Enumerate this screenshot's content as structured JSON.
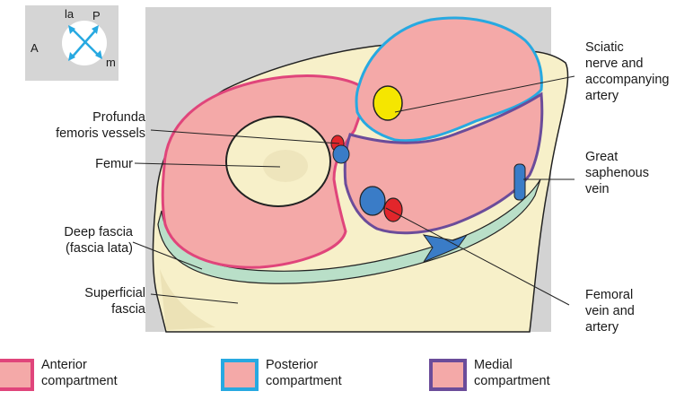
{
  "orientation": {
    "la": "la",
    "p": "P",
    "a": "A",
    "m": "m"
  },
  "labels": {
    "profunda": [
      "Profunda",
      "femoris vessels"
    ],
    "femur": "Femur",
    "deep_fascia": [
      "Deep fascia",
      "(fascia lata)"
    ],
    "superficial": [
      "Superficial",
      "fascia"
    ],
    "sciatic": [
      "Sciatic",
      "nerve and",
      "accompanying",
      "artery"
    ],
    "great_saphenous": [
      "Great",
      "saphenous",
      "vein"
    ],
    "femoral": [
      "Femoral",
      "vein and",
      "artery"
    ]
  },
  "legend": [
    {
      "line1": "Anterior",
      "line2": "compartment",
      "color": "#e0457b"
    },
    {
      "line1": "Posterior",
      "line2": "compartment",
      "color": "#27a9e1"
    },
    {
      "line1": "Medial",
      "line2": "compartment",
      "color": "#6b4c9a"
    }
  ],
  "colors": {
    "muscle": "#f4a9a8",
    "fat": "#f7f0c9",
    "fascia": "#b9dfc8",
    "vein": "#3a7cc7",
    "artery": "#e2262b",
    "nerve": "#f5e600",
    "bg": "#d3d3d3"
  }
}
